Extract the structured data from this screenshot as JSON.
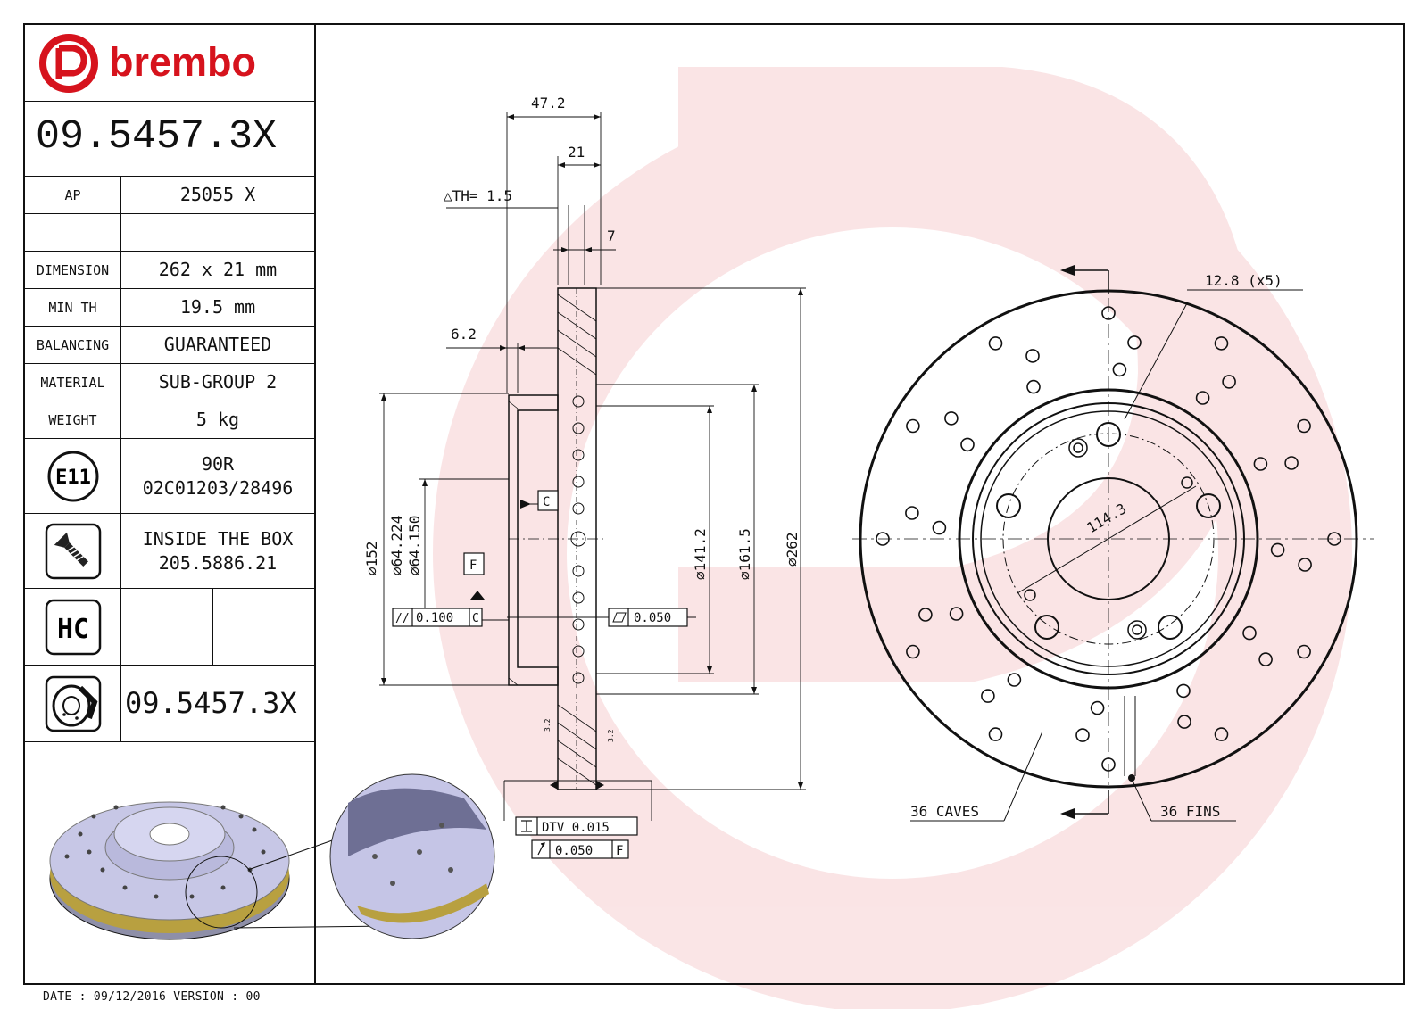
{
  "brand": "brembo",
  "part_number": "09.5457.3X",
  "specs": {
    "ap_label": "AP",
    "ap_value": "25055 X",
    "dimension_label": "DIMENSION",
    "dimension_value": "262 x 21 mm",
    "min_th_label": "MIN TH",
    "min_th_value": "19.5 mm",
    "balancing_label": "BALANCING",
    "balancing_value": "GUARANTEED",
    "material_label": "MATERIAL",
    "material_value": "SUB-GROUP 2",
    "weight_label": "WEIGHT",
    "weight_value": "5 kg"
  },
  "approval": {
    "badge": "E11",
    "code": "90R",
    "number": "02C01203/28496"
  },
  "inside_box": {
    "title": "INSIDE THE BOX",
    "number": "205.5886.21"
  },
  "hc_badge": "HC",
  "bottom_part_number": "09.5457.3X",
  "footer": "DATE : 09/12/2016 VERSION : 00",
  "dimensions": {
    "overall_width": "47.2",
    "thickness": "21",
    "th_tolerance": "△TH= 1.5",
    "seven": "7",
    "hat_thickness": "6.2",
    "d152": "⌀152",
    "d64a": "⌀64.224",
    "d64b": "⌀64.150",
    "d141": "⌀141.2",
    "d161": "⌀161.5",
    "d262": "⌀262",
    "datum_c": "C",
    "datum_f": "F",
    "par_sym": "//",
    "par_tol": "0.100",
    "par_ref": "C",
    "flat_tol": "0.050",
    "dtv_label": "DTV 0.015",
    "runout_tol": "0.050",
    "runout_ref": "F",
    "bolt_hole": "12.8 (x5)",
    "pcd": "114.3",
    "caves": "36 CAVES",
    "fins": "36 FINS",
    "small_a": "3.2",
    "small_b": "3.2"
  }
}
